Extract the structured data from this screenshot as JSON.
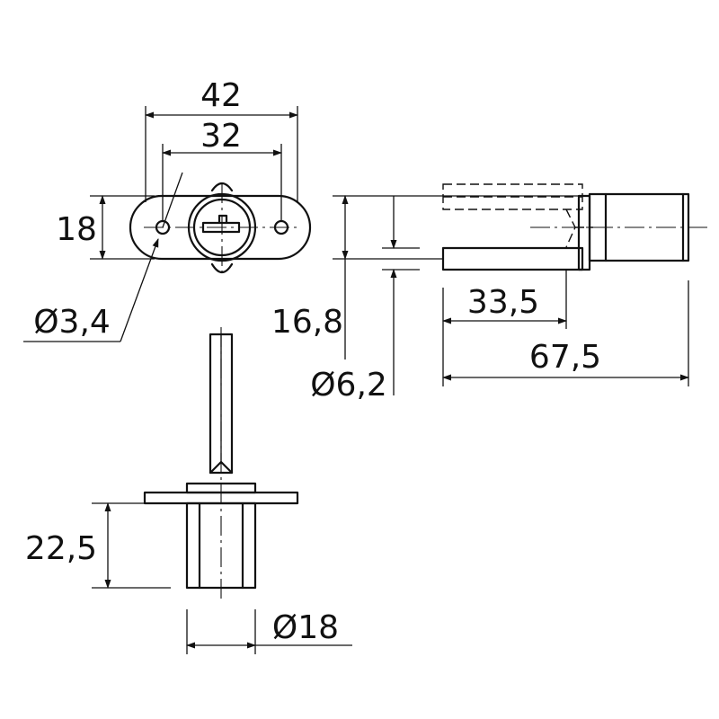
{
  "colors": {
    "line": "#111111",
    "background": "#ffffff"
  },
  "dimensions": {
    "flange_width": "42",
    "hole_spacing": "32",
    "flange_height": "18",
    "hole_diameter": "Ø3,4",
    "shaft_offset": "16,8",
    "shaft_diameter": "Ø6,2",
    "cylinder_length": "33,5",
    "overall_length": "67,5",
    "cylinder_depth": "22,5",
    "cylinder_diameter": "Ø18"
  }
}
